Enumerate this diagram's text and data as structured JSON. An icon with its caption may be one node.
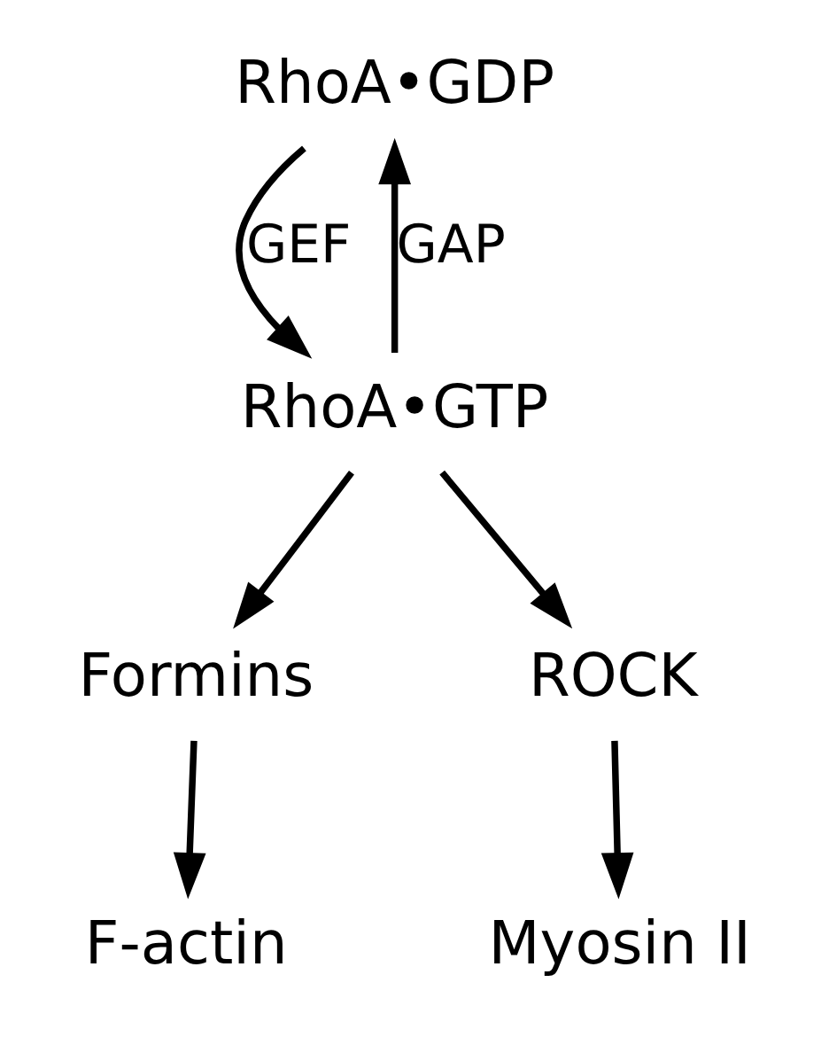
{
  "diagram": {
    "nodes": [
      {
        "text": [
          "RhoA•GDP"
        ]
      },
      {
        "text": [
          "RhoA•GTP"
        ]
      },
      {
        "text": [
          "Formins"
        ]
      },
      {
        "text": [
          "ROCK"
        ]
      },
      {
        "text": [
          "F-actin"
        ]
      },
      {
        "text": [
          "Myosin II"
        ]
      }
    ],
    "edges": [
      {
        "from": 0,
        "to": 1,
        "arrow": "to",
        "label": "GEF"
      },
      {
        "from": 1,
        "to": 0,
        "arrow": "to",
        "label": "GAP"
      },
      {
        "from": 1,
        "to": 2,
        "arrow": "to"
      },
      {
        "from": 1,
        "to": 3,
        "arrow": "to"
      },
      {
        "from": 2,
        "to": 4,
        "arrow": "to"
      },
      {
        "from": 3,
        "to": 5,
        "arrow": "to"
      }
    ]
  }
}
